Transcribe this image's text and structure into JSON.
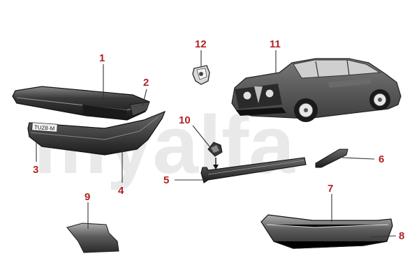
{
  "watermark": "myalfa",
  "colors": {
    "callout": "#b22222",
    "part_dark": "#2b2b2b",
    "part_mid": "#5a5a5a",
    "part_light": "#9a9a9a"
  },
  "callouts": [
    "1",
    "2",
    "3",
    "4",
    "5",
    "6",
    "7",
    "8",
    "9",
    "10",
    "11",
    "12"
  ],
  "plate_text": "TUZ8·M"
}
